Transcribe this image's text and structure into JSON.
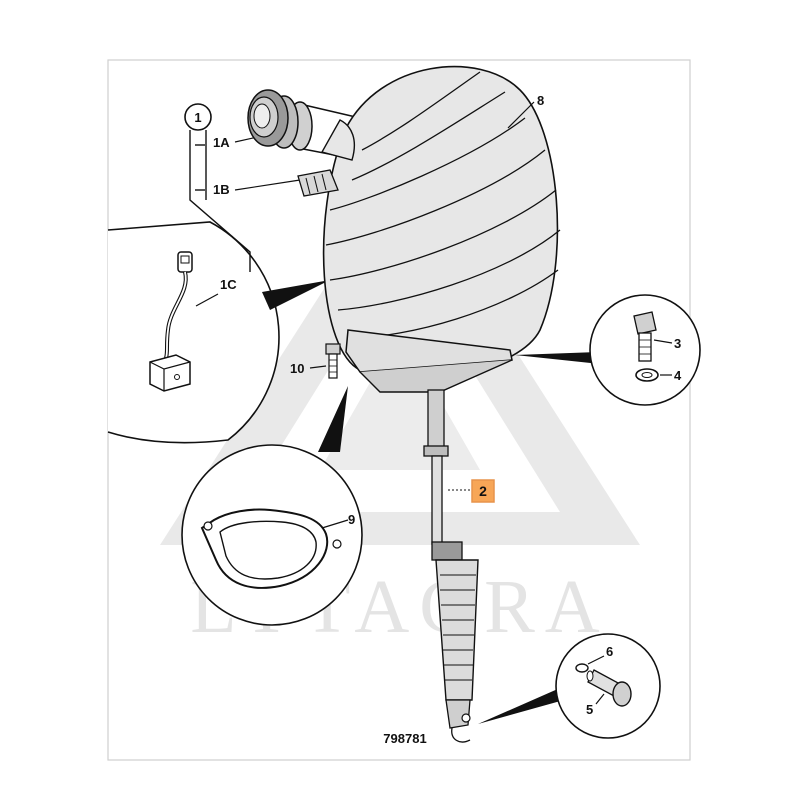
{
  "diagram": {
    "watermark_text": "LYTAGRA",
    "drawing_number": "798781",
    "highlight_color": "#f5891f",
    "callouts": {
      "c1": "1",
      "c1A": "1A",
      "c1B": "1B",
      "c1C": "1C",
      "c2": "2",
      "c3": "3",
      "c4": "4",
      "c5": "5",
      "c6": "6",
      "c8": "8",
      "c9": "9",
      "c10": "10"
    }
  }
}
